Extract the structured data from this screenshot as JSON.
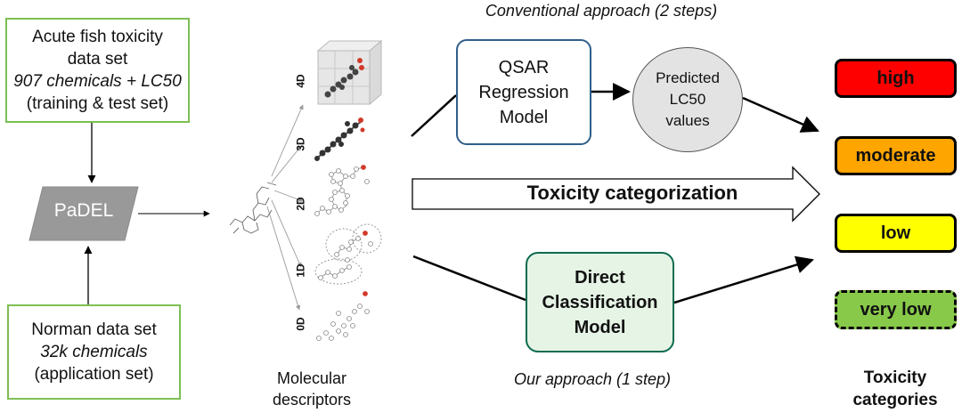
{
  "datasets": {
    "training": {
      "lines": [
        "Acute fish toxicity",
        "data set",
        "907 chemicals + LC50",
        "(training & test set)"
      ]
    },
    "application": {
      "lines": [
        "Norman data set",
        "32k chemicals",
        "(application set)"
      ]
    }
  },
  "padel": {
    "label": "PaDEL"
  },
  "descriptors": {
    "dim_labels": [
      "4D",
      "3D",
      "2D",
      "1D",
      "0D"
    ],
    "caption_lines": [
      "Molecular",
      "descriptors"
    ]
  },
  "conventional": {
    "caption": "Conventional approach (2 steps)",
    "qsar_lines": [
      "QSAR",
      "Regression",
      "Model"
    ],
    "predicted_lines": [
      "Predicted",
      "LC50",
      "values"
    ]
  },
  "categorization": {
    "label": "Toxicity categorization"
  },
  "ours": {
    "model_lines": [
      "Direct",
      "Classification",
      "Model"
    ],
    "caption": "Our approach (1 step)"
  },
  "categories": {
    "items": [
      {
        "label": "high",
        "color": "#ff0000"
      },
      {
        "label": "moderate",
        "color": "#ffa500"
      },
      {
        "label": "low",
        "color": "#ffff00"
      },
      {
        "label": "very low",
        "color": "#88c94a"
      }
    ],
    "caption_lines": [
      "Toxicity",
      "categories"
    ]
  },
  "colors": {
    "dataset_border": "#7dbf54",
    "padel_fill": "#999999",
    "qsar_border": "#2e5f8a",
    "predicted_fill": "#e3e3e3",
    "direct_fill": "#e6f4e6",
    "direct_border": "#0b6b50",
    "descriptor_label": "#2e5f8a",
    "atom_red": "#d23a2a"
  }
}
